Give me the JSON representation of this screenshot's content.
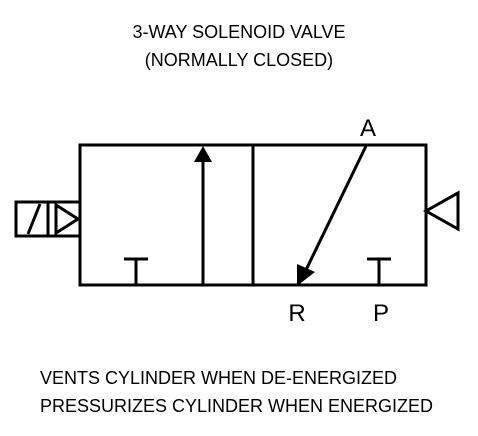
{
  "title": {
    "line1": "3-WAY SOLENOID VALVE",
    "line2": "(NORMALLY CLOSED)"
  },
  "ports": {
    "a": "A",
    "r": "R",
    "p": "P"
  },
  "description": {
    "line1": "VENTS CYLINDER WHEN DE-ENERGIZED",
    "line2": "PRESSURIZES CYLINDER WHEN ENERGIZED"
  },
  "colors": {
    "stroke": "#000000",
    "background": "#ffffff"
  }
}
